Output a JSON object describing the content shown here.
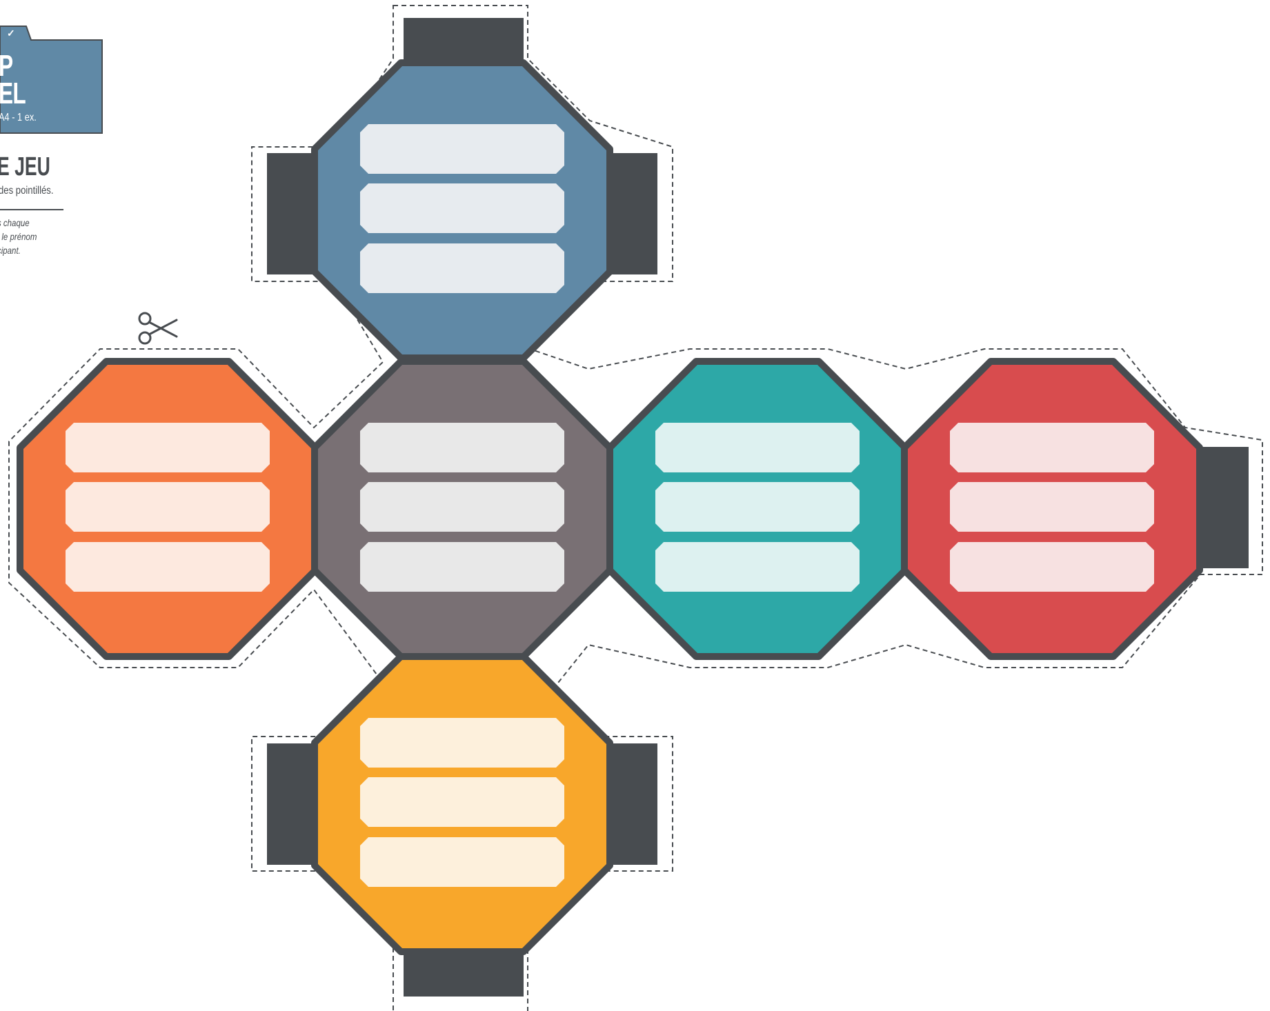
{
  "header_tag": {
    "title_lines": [
      "P",
      "EL"
    ],
    "format": "A4 - 1 ex.",
    "check_icon": "check-icon",
    "color": "#6089a6"
  },
  "instructions": {
    "title": "E JEU",
    "subtitle": "des pointillés.",
    "note_lines": [
      "s chaque",
      ", le prénom",
      "cipant."
    ]
  },
  "scissors_icon": "scissors-icon",
  "colors": {
    "outline": "#484c50",
    "tab": "#484c50",
    "cut_line": "#484c50"
  },
  "faces": [
    {
      "name": "top",
      "color": "#6089a6",
      "slot_color": "#e7ebef"
    },
    {
      "name": "left",
      "color": "#f47841",
      "slot_color": "#fde9df"
    },
    {
      "name": "center",
      "color": "#797074",
      "slot_color": "#e8e8e8"
    },
    {
      "name": "right",
      "color": "#2da8a7",
      "slot_color": "#ddf1f0"
    },
    {
      "name": "far-right",
      "color": "#d84c4e",
      "slot_color": "#f7e1e1"
    },
    {
      "name": "bottom",
      "color": "#f8a72b",
      "slot_color": "#fdf0dc"
    }
  ]
}
